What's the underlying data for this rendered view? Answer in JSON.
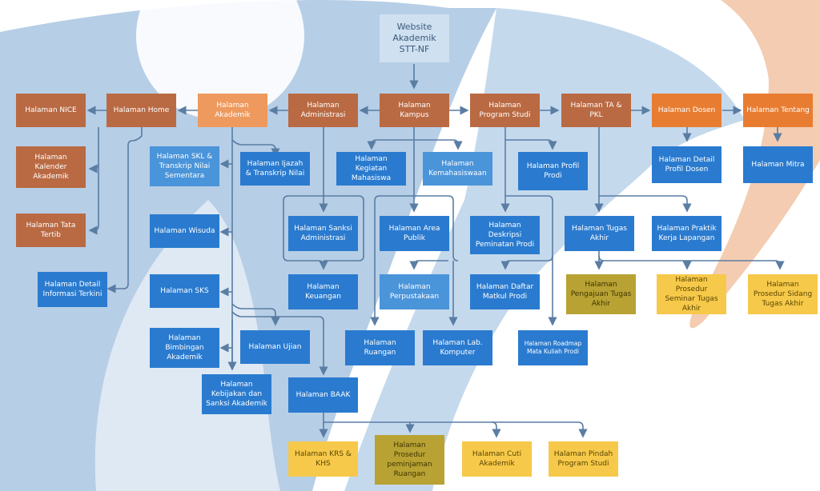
{
  "colors": {
    "root": "#cfe0f0",
    "brown": "#b96a43",
    "orange": "#e87d32",
    "light_orange": "#ee9a5e",
    "blue": "#2a7bcf",
    "light_blue": "#4a94da",
    "yellow": "#f6c94a",
    "olive": "#b8a234",
    "connector": "#5a7da3",
    "watermark_blue": "#a9c6e2",
    "watermark_orange": "#f3c6a8"
  },
  "nodes": {
    "root": "Website Akademik STT-NF",
    "nice": "Halaman NICE",
    "home": "Halaman Home",
    "akademik": "Halaman Akademik",
    "administrasi": "Halaman Administrasi",
    "kampus": "Halaman Kampus",
    "program_studi": "Halaman Program Studi",
    "ta_pkl": "Halaman TA & PKL",
    "dosen": "Halaman Dosen",
    "tentang": "Halaman Tentang",
    "kalender": "Halaman Kalender Akademik",
    "tata_tertib": "Halaman Tata Tertib",
    "detail_info": "Halaman Detail Informasi Terkini",
    "skl": "Halaman SKL & Transkrip Nilai Sementara",
    "ijazah": "Halaman Ijazah & Transkrip Nilai",
    "wisuda": "Halaman Wisuda",
    "sks": "Halaman SKS",
    "bimbingan": "Halaman Bimbingan Akademik",
    "ujian": "Halaman Ujian",
    "kebijakan": "Halaman Kebijakan dan Sanksi Akademik",
    "sanksi_admin": "Halaman Sanksi Administrasi",
    "keuangan": "Halaman Keuangan",
    "baak": "Halaman BAAK",
    "kegiatan": "Halaman Kegiatan Mahasiswa",
    "kemahasiswaan": "Halaman Kemahasiswaan",
    "area_publik": "Halaman Area Publik",
    "perpustakaan": "Halaman Perpustakaan",
    "ruangan": "Halaman Ruangan",
    "lab": "Halaman Lab. Komputer",
    "profil_prodi": "Halaman Profil Prodi",
    "deskripsi": "Halaman Deskripsi Peminatan Prodi",
    "matkul": "Halaman Daftar Matkul Prodi",
    "roadmap": "Halaman Roadmap Mata Kuliah Prodi",
    "tugas_akhir": "Halaman Tugas Akhir",
    "pkl": "Halaman Praktik Kerja Lapangan",
    "pengajuan": "Halaman Pengajuan Tugas Akhir",
    "seminar": "Halaman Prosedur Seminar Tugas Akhir",
    "sidang": "Halaman Prosedur Sidang Tugas Akhir",
    "detail_dosen": "Halaman Detail Profil Dosen",
    "mitra": "Halaman Mitra",
    "krs": "Halaman KRS & KHS",
    "peminjaman": "Halaman Prosedur peminjaman Ruangan",
    "cuti": "Halaman Cuti Akademik",
    "pindah": "Halaman Pindah Program Studi"
  }
}
